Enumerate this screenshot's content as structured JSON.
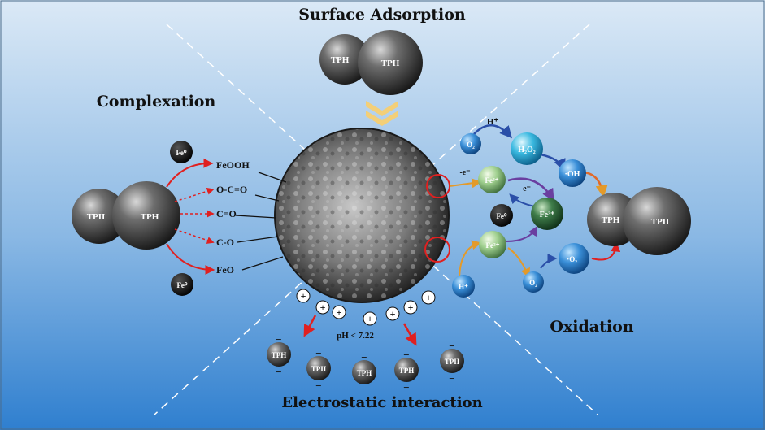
{
  "titles": {
    "surface": "Surface Adsorption",
    "complexation": "Complexation",
    "oxidation": "Oxidation",
    "electrostatic": "Electrostatic interaction"
  },
  "tph": {
    "label": "TPH",
    "label_alt": "TPII"
  },
  "complexation": {
    "fe0": "Fe⁰",
    "groups": [
      "FeOOH",
      "O-C=O",
      "C=O",
      "C-O",
      "FeO"
    ]
  },
  "oxidation": {
    "h_plus": "H⁺",
    "o2": "O₂",
    "h2o2": "H₂O₂",
    "oh_radical": "·OH",
    "electron": "-e⁻",
    "electron2": "e⁻",
    "fe2": "Fe²⁺",
    "fe3": "Fe³⁺",
    "fe0": "Fe⁰",
    "superoxide": "·O₂⁻"
  },
  "electrostatic": {
    "ph": "pH < 7.22",
    "plus": "+",
    "minus": "−"
  },
  "colors": {
    "background_top": "#dbe9f6",
    "background_bottom": "#2f7fcf",
    "arrow_red": "#e02020",
    "chevron": "#f3cf78"
  }
}
